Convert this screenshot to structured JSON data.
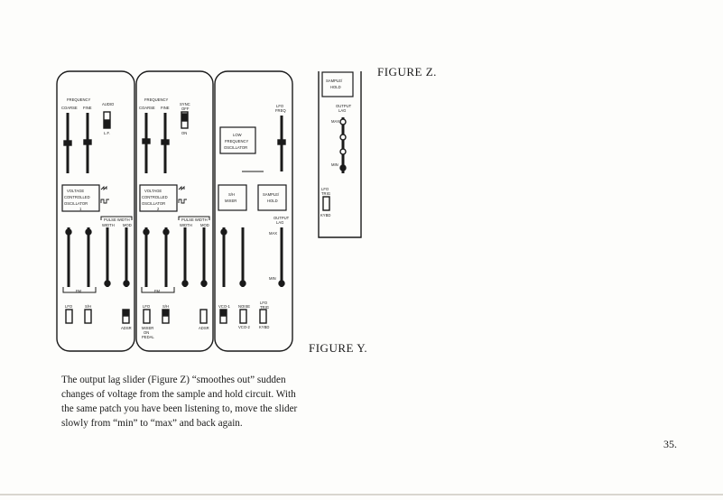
{
  "captions": {
    "figure_y": "FIGURE Y.",
    "figure_z": "FIGURE Z."
  },
  "body_text": [
    "The output lag slider (Figure Z) “smoothes out” sudden",
    "changes of voltage from the sample and hold circuit. With",
    "the same patch you have been listening to, move the slider",
    "slowly from “min” to “max” and back again."
  ],
  "page_number": "35.",
  "panel": {
    "vco1": {
      "frequency": "FREQUENCY",
      "coarse": "COARSE",
      "fine": "FINE",
      "audio": "AUDIO",
      "l_f": "L.F.",
      "module_line1": "VOLTAGE",
      "module_line2": "CONTROLLED",
      "module_line3": "OSCILLATOR",
      "module_num": "1",
      "pulse_width": "PULSE WIDTH",
      "width": "WIDTH",
      "mod": "MOD",
      "fm": "FM",
      "lfo": "LFO",
      "s_h": "S/H",
      "adsr": "ADSR"
    },
    "vco2": {
      "frequency": "FREQUENCY",
      "coarse": "COARSE",
      "fine": "FINE",
      "sync": "SYNC",
      "off": "OFF",
      "on": "ON",
      "module_line1": "VOLTAGE",
      "module_line2": "CONTROLLED",
      "module_line3": "OSCILLATOR",
      "module_num": "2",
      "pulse_width": "PULSE WIDTH",
      "width": "WIDTH",
      "mod": "MOD",
      "fm": "FM",
      "lfo": "LFO",
      "s_h": "S/H",
      "mixer_on_pedal_1": "MIXER",
      "mixer_on_pedal_2": "ON",
      "mixer_on_pedal_3": "PEDAL",
      "adsr": "ADSR"
    },
    "lfo_sh": {
      "lfo_freq_1": "LFO",
      "lfo_freq_2": "FREQ",
      "lfo_line1": "LOW",
      "lfo_line2": "FREQUENCY",
      "lfo_line3": "OSCILLATOR",
      "mixer_line1": "S/H",
      "mixer_line2": "MIXER",
      "sh_line1": "SAMPLE/",
      "sh_line2": "HOLD",
      "output_lag_1": "OUTPUT",
      "output_lag_2": "LAG",
      "max": "MAX",
      "min": "MIN",
      "vco1": "VCO-1",
      "noise": "NOISE",
      "vco2": "VCO-2",
      "lfo_trig": "LFO",
      "trig": "TRIG",
      "kybd": "KYBD"
    },
    "fig_z": {
      "sh_line1": "SAMPLE/",
      "sh_line2": "HOLD",
      "output_lag_1": "OUTPUT",
      "output_lag_2": "LAG",
      "max": "MAX",
      "min": "MIN",
      "lfo": "LFO",
      "trig": "TRIG",
      "kybd": "KYBD"
    }
  }
}
